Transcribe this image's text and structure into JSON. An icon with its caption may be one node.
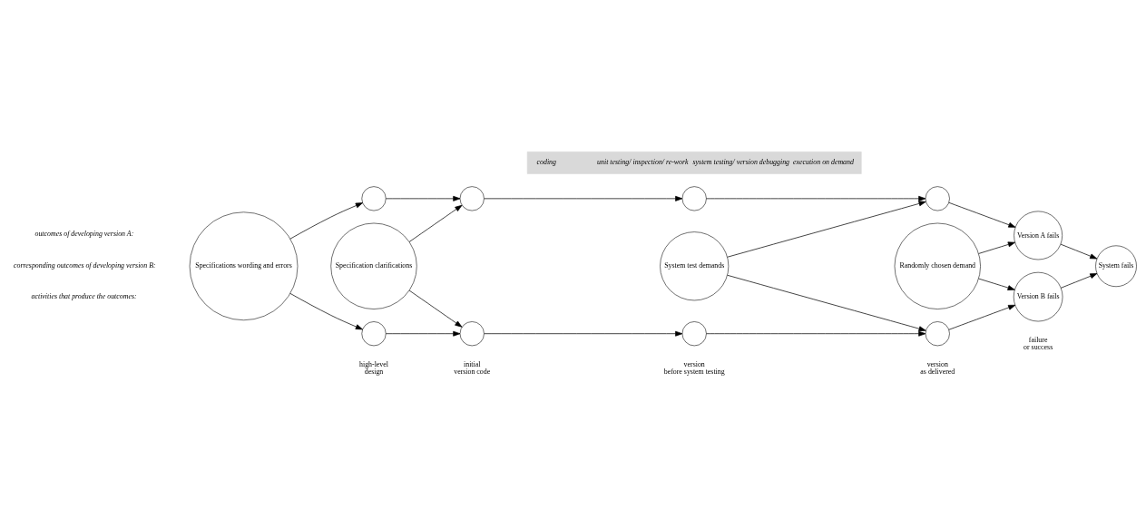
{
  "diagram": {
    "nodes": [
      {
        "text": [
          "Specifications wording and errors"
        ]
      },
      {
        "text": [],
        "shape": "circle"
      },
      {
        "text": [],
        "shape": "circle"
      },
      {
        "text": [
          "Specification clarifications"
        ]
      },
      {
        "text": [],
        "shape": "circle"
      },
      {
        "text": [],
        "shape": "circle"
      },
      {
        "text": [],
        "shape": "circle"
      },
      {
        "text": [],
        "shape": "circle"
      },
      {
        "text": [
          "System test demands"
        ]
      },
      {
        "text": [],
        "shape": "circle"
      },
      {
        "text": [],
        "shape": "circle"
      },
      {
        "text": [
          "Randomly chosen demand"
        ]
      },
      {
        "text": [
          "Version A fails"
        ]
      },
      {
        "text": [
          "Version B fails"
        ]
      },
      {
        "text": [
          "System fails"
        ]
      },
      {
        "text": [
          "coding",
          "unit testing/ inspection/ re-work",
          "system testing/ version debugging",
          "execution on demand"
        ]
      }
    ],
    "edges": [
      {
        "from": 0,
        "to": 1,
        "arrow": "to"
      },
      {
        "from": 0,
        "to": 2,
        "arrow": "to"
      },
      {
        "from": 1,
        "to": 4,
        "arrow": "to"
      },
      {
        "from": 2,
        "to": 5,
        "arrow": "to"
      },
      {
        "from": 3,
        "to": 4,
        "arrow": "to"
      },
      {
        "from": 3,
        "to": 5,
        "arrow": "to"
      },
      {
        "from": 4,
        "to": 6,
        "arrow": "to"
      },
      {
        "from": 5,
        "to": 7,
        "arrow": "to"
      },
      {
        "from": 6,
        "to": 9,
        "arrow": "to"
      },
      {
        "from": 7,
        "to": 10,
        "arrow": "to"
      },
      {
        "from": 8,
        "to": 9,
        "arrow": "to"
      },
      {
        "from": 8,
        "to": 10,
        "arrow": "to"
      },
      {
        "from": 9,
        "to": 12,
        "arrow": "to"
      },
      {
        "from": 10,
        "to": 13,
        "arrow": "to"
      },
      {
        "from": 11,
        "to": 12,
        "arrow": "to"
      },
      {
        "from": 11,
        "to": 13,
        "arrow": "to"
      },
      {
        "from": 12,
        "to": 14,
        "arrow": "to"
      },
      {
        "from": 13,
        "to": 14,
        "arrow": "to"
      }
    ],
    "labels": [
      "high-level design",
      "initial version code",
      "version before system testing",
      "version as delivered",
      "failure or success",
      "outcomes of developing version A:",
      "corresponding outcomes of developing version B:",
      "activities that produce the outcomes:"
    ]
  }
}
